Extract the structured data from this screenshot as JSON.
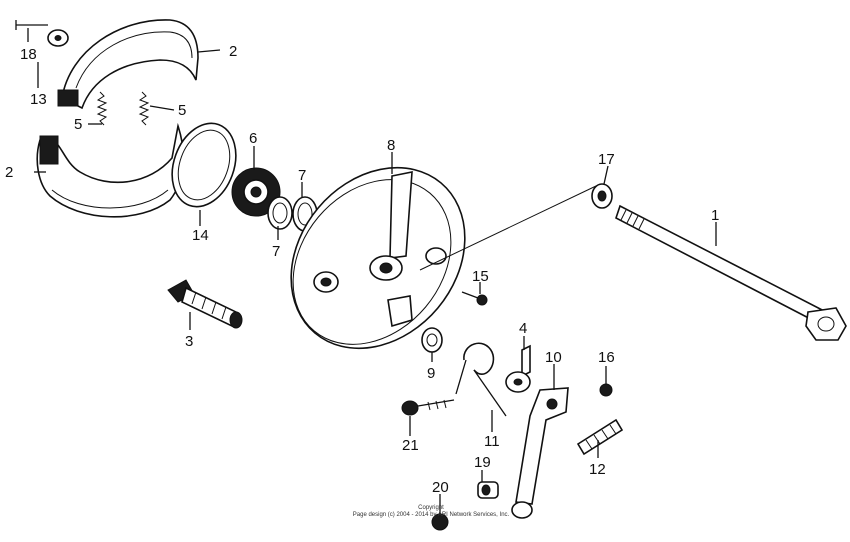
{
  "diagram": {
    "callouts": [
      "1",
      "2",
      "2",
      "3",
      "4",
      "5",
      "5",
      "6",
      "7",
      "7",
      "8",
      "9",
      "10",
      "11",
      "12",
      "13",
      "14",
      "15",
      "16",
      "17",
      "18",
      "19",
      "20",
      "21"
    ],
    "copyright_lines": [
      "Copyright",
      "Page design (c) 2004 - 2014 by ARI Network Services, Inc."
    ]
  }
}
